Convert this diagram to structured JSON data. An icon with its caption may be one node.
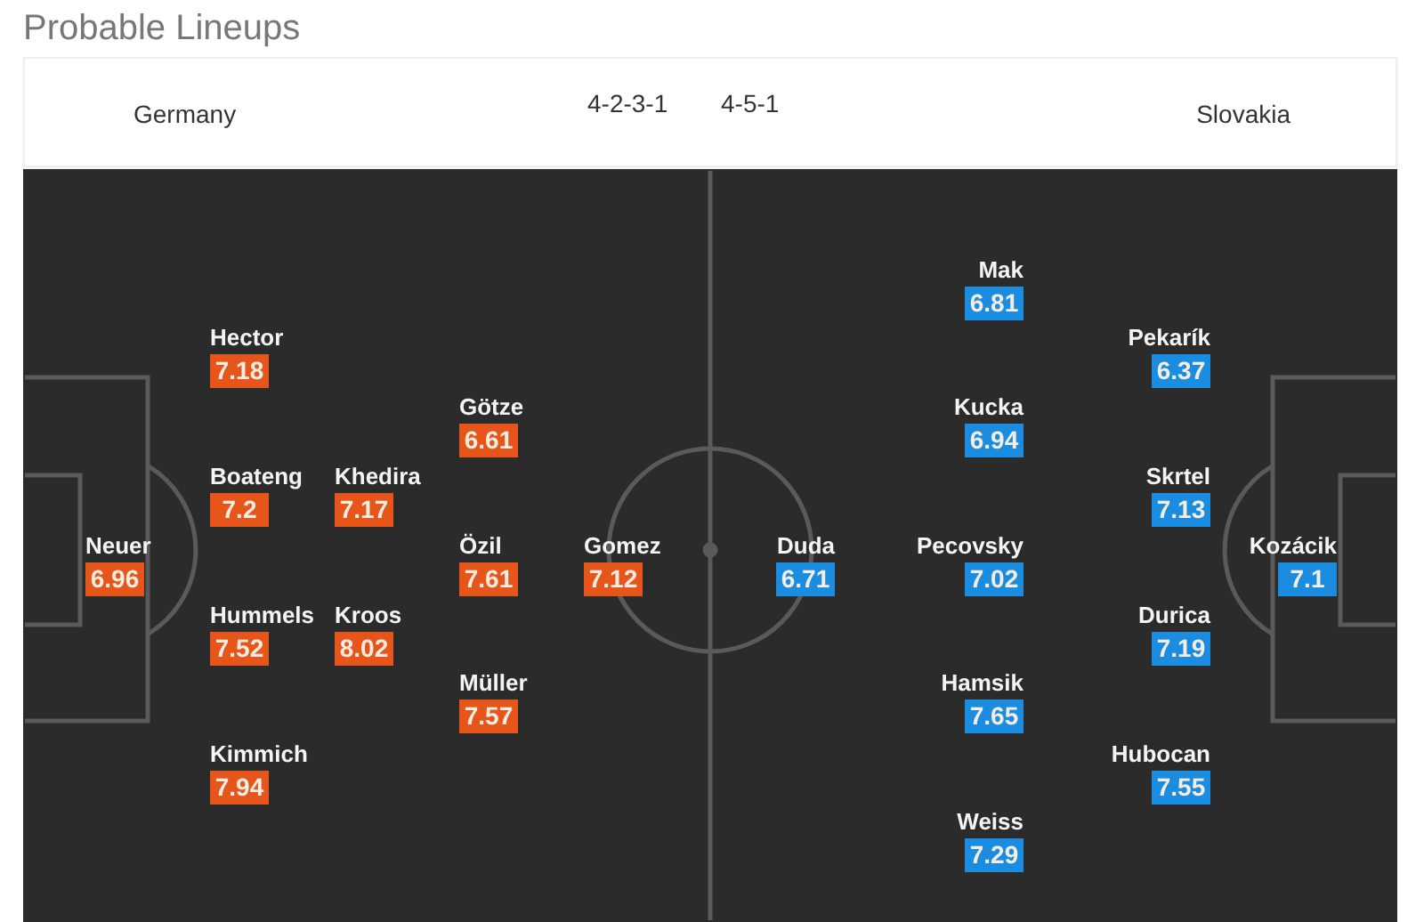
{
  "diagram": {
    "title": "Probable Lineups",
    "nodes": [
      {
        "text": [
          "Neuer",
          "6.96"
        ]
      },
      {
        "text": [
          "Hector",
          "7.18"
        ]
      },
      {
        "text": [
          "Boateng",
          "7.2"
        ]
      },
      {
        "text": [
          "Hummels",
          "7.52"
        ]
      },
      {
        "text": [
          "Kimmich",
          "7.94"
        ]
      },
      {
        "text": [
          "Khedira",
          "7.17"
        ]
      },
      {
        "text": [
          "Kroos",
          "8.02"
        ]
      },
      {
        "text": [
          "Götze",
          "6.61"
        ]
      },
      {
        "text": [
          "Özil",
          "7.61"
        ]
      },
      {
        "text": [
          "Müller",
          "7.57"
        ]
      },
      {
        "text": [
          "Gomez",
          "7.12"
        ]
      },
      {
        "text": [
          "Duda",
          "6.71"
        ]
      },
      {
        "text": [
          "Mak",
          "6.81"
        ]
      },
      {
        "text": [
          "Kucka",
          "6.94"
        ]
      },
      {
        "text": [
          "Pecovsky",
          "7.02"
        ]
      },
      {
        "text": [
          "Hamsik",
          "7.65"
        ]
      },
      {
        "text": [
          "Weiss",
          "7.29"
        ]
      },
      {
        "text": [
          "Pekarík",
          "6.37"
        ]
      },
      {
        "text": [
          "Skrtel",
          "7.13"
        ]
      },
      {
        "text": [
          "Durica",
          "7.19"
        ]
      },
      {
        "text": [
          "Hubocan",
          "7.55"
        ]
      },
      {
        "text": [
          "Kozácik",
          "7.1"
        ]
      }
    ],
    "labels": [
      "Germany",
      "4-2-3-1",
      "4-5-1",
      "Slovakia"
    ]
  }
}
